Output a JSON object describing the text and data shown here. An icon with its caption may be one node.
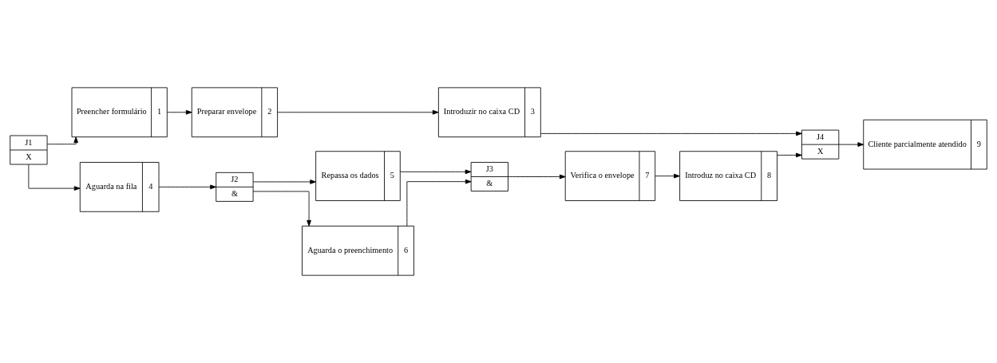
{
  "diagram": {
    "nodes": [
      {
        "text": [
          "J1",
          "X"
        ]
      },
      {
        "text": [
          "Preencher formulário",
          "1"
        ]
      },
      {
        "text": [
          "Preparar envelope",
          "2"
        ]
      },
      {
        "text": [
          "Introduzir no caixa CD",
          "3"
        ]
      },
      {
        "text": [
          "Aguarda na fila",
          "4"
        ]
      },
      {
        "text": [
          "J2",
          "&"
        ]
      },
      {
        "text": [
          "Repassa os dados",
          "5"
        ]
      },
      {
        "text": [
          "Aguarda o preenchimento",
          "6"
        ]
      },
      {
        "text": [
          "J3",
          "&"
        ]
      },
      {
        "text": [
          "Verifica o envelope",
          "7"
        ]
      },
      {
        "text": [
          "Introduz no caixa CD",
          "8"
        ]
      },
      {
        "text": [
          "J4",
          "X"
        ]
      },
      {
        "text": [
          "Cliente parcialmente atendido",
          "9"
        ]
      }
    ],
    "edges": [
      {
        "from": 0,
        "to": 1,
        "arrow": "to"
      },
      {
        "from": 0,
        "to": 4,
        "arrow": "to"
      },
      {
        "from": 1,
        "to": 2,
        "arrow": "to"
      },
      {
        "from": 2,
        "to": 3,
        "arrow": "to"
      },
      {
        "from": 3,
        "to": 11,
        "arrow": "to"
      },
      {
        "from": 4,
        "to": 5,
        "arrow": "to"
      },
      {
        "from": 5,
        "to": 6,
        "arrow": "to"
      },
      {
        "from": 5,
        "to": 7,
        "arrow": "to"
      },
      {
        "from": 6,
        "to": 8,
        "arrow": "to"
      },
      {
        "from": 7,
        "to": 8,
        "arrow": "to"
      },
      {
        "from": 8,
        "to": 9,
        "arrow": "to"
      },
      {
        "from": 9,
        "to": 10,
        "arrow": "to"
      },
      {
        "from": 10,
        "to": 11,
        "arrow": "to"
      },
      {
        "from": 11,
        "to": 12,
        "arrow": "to"
      }
    ]
  }
}
